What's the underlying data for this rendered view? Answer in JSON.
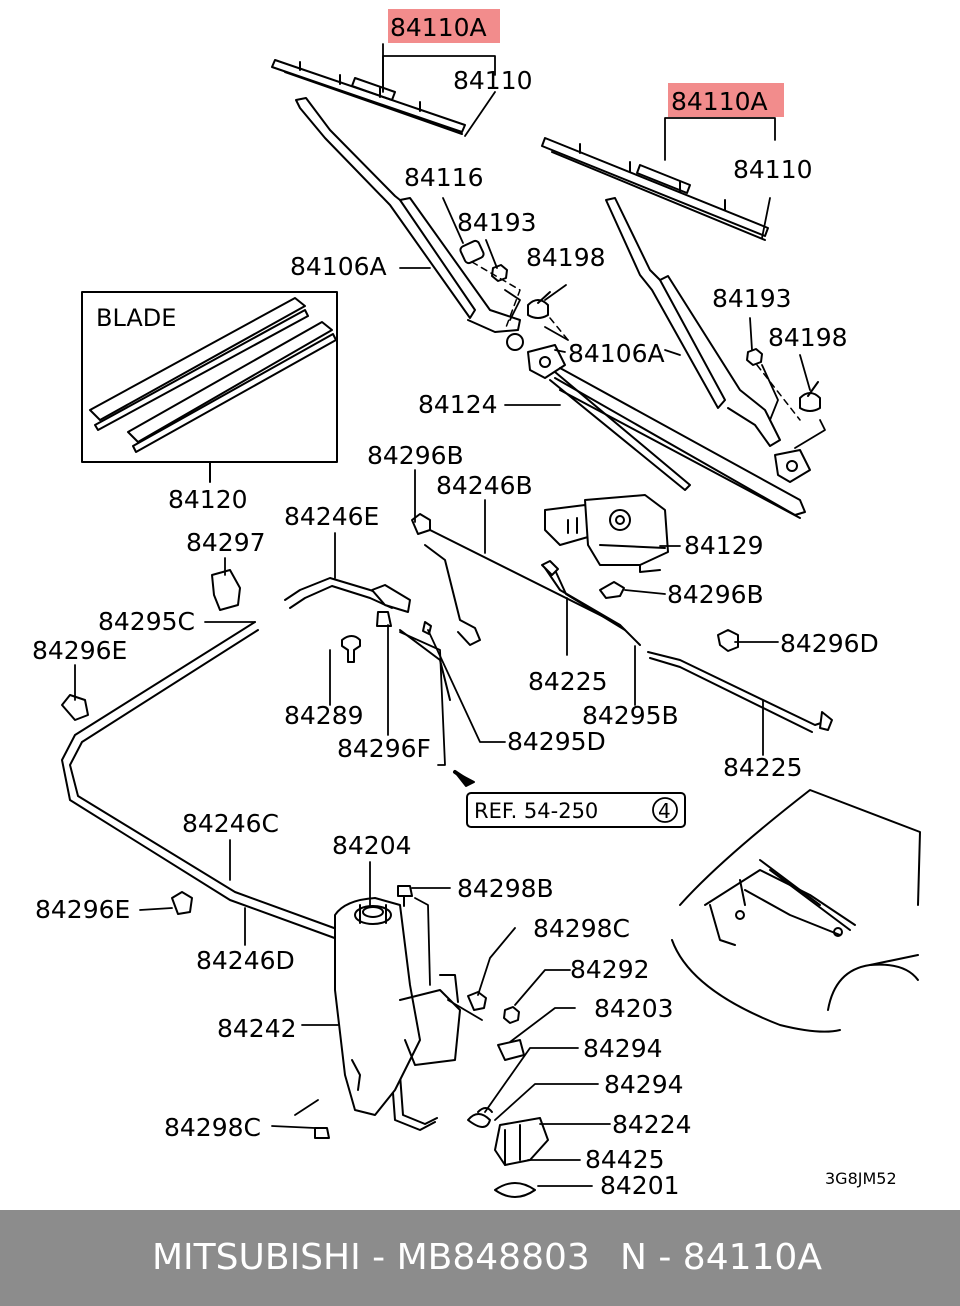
{
  "diagram": {
    "highlight_color": "#f28c8c",
    "labels": {
      "blade_left_a": "84110A",
      "blade_left": "84110",
      "blade_right_a": "84110A",
      "blade_right": "84110",
      "arm_left": "84106A",
      "arm_right": "84106A",
      "pivot_cap": "84116",
      "nut_left": "84193",
      "cap_left": "84198",
      "nut_right": "84193",
      "cap_right": "84198",
      "linkage": "84124",
      "blade_box_title": "BLADE",
      "blade_refill": "84120",
      "clip_296b_top": "84296B",
      "hose_246b": "84246B",
      "motor": "84129",
      "clip_296b_mid": "84296B",
      "hose_246e": "84246E",
      "clip_297": "84297",
      "joint_295c": "84295C",
      "clip_296e_top": "84296E",
      "clip_296d": "84296D",
      "hose_225_mid": "84225",
      "joint_295b": "84295B",
      "hose_225_right": "84225",
      "grommet_289": "84289",
      "clip_296f": "84296F",
      "joint_295d": "84295D",
      "ref": "REF. 54-250",
      "ref_num": "4",
      "hose_246c": "84246C",
      "clip_296e_low": "84296E",
      "hose_246d": "84246D",
      "cap_204": "84204",
      "bolt_298b": "84298B",
      "bolt_298c_right": "84298C",
      "nut_292": "84292",
      "bracket_203": "84203",
      "clip_294_a": "84294",
      "clip_294_b": "84294",
      "pump_224": "84224",
      "connector_425": "84425",
      "seal_201": "84201",
      "tank_242": "84242",
      "bolt_298c_left": "84298C",
      "drawing_code": "3G8JM52"
    }
  },
  "footer": {
    "brand_part": "MITSUBISHI - MB848803",
    "ref_part": "N - 84110A"
  }
}
